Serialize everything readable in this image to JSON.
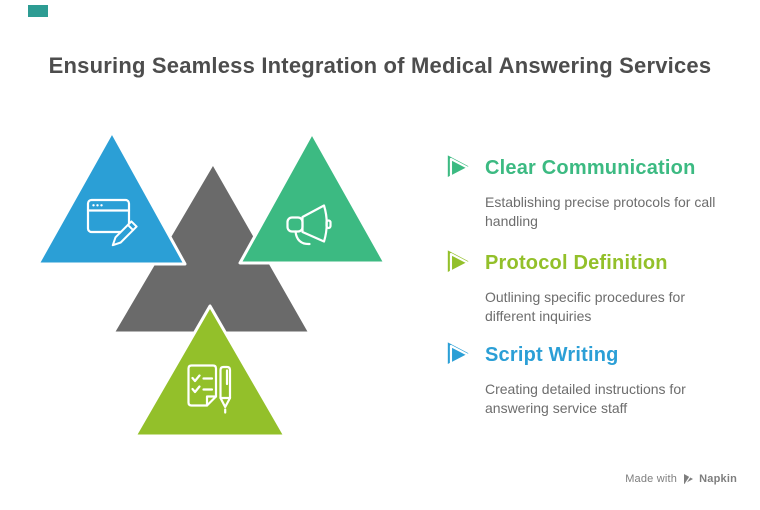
{
  "header": {
    "title": "Ensuring Seamless Integration of Medical Answering Services"
  },
  "colors": {
    "blue": "#2B9FD6",
    "green": "#3CBA82",
    "lime": "#93C02A",
    "gray": "#6A6A6A",
    "teal_mark": "#2D9C93",
    "title_text": "#4D4D4D",
    "body_text": "#6D6D6D",
    "footer_text": "#7E7E7E",
    "icon_stroke": "#FFFFFF"
  },
  "diagram": {
    "triangles": [
      {
        "id": "script-writing",
        "color": "#2B9FD6",
        "icon": "browser-edit-icon"
      },
      {
        "id": "core",
        "color": "#6A6A6A",
        "icon": ""
      },
      {
        "id": "clear-communication",
        "color": "#3CBA82",
        "icon": "megaphone-icon"
      },
      {
        "id": "protocol-definition",
        "color": "#93C02A",
        "icon": "checklist-pen-icon"
      }
    ]
  },
  "list": {
    "items": [
      {
        "title": "Clear Communication",
        "description": "Establishing precise protocols for call handling",
        "color": "#3CBA82",
        "marker_icon": "arrow-right-icon"
      },
      {
        "title": "Protocol Definition",
        "description": "Outlining specific procedures for different inquiries",
        "color": "#93C02A",
        "marker_icon": "arrow-right-icon"
      },
      {
        "title": "Script Writing",
        "description": "Creating detailed instructions for answering service staff",
        "color": "#2B9FD6",
        "marker_icon": "arrow-right-icon"
      }
    ]
  },
  "footer": {
    "made_with": "Made with",
    "brand": "Napkin",
    "logo_icon": "napkin-logo-icon"
  }
}
